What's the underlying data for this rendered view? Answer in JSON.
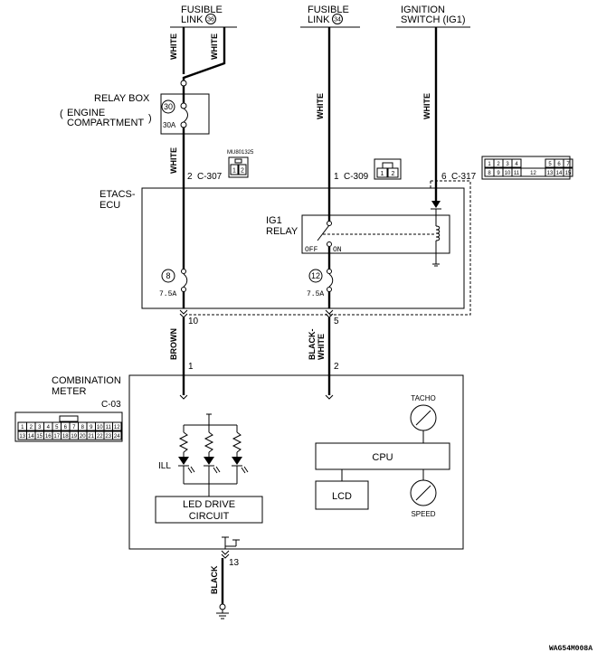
{
  "sources": {
    "fusible_36": {
      "line1": "FUSIBLE",
      "line2": "LINK",
      "num": "36"
    },
    "fusible_34": {
      "line1": "FUSIBLE",
      "line2": "LINK",
      "num": "34"
    },
    "ignition": {
      "line1": "IGNITION",
      "line2": "SWITCH (IG1)"
    }
  },
  "wire_colors": {
    "white": "WHITE",
    "brown": "BROWN",
    "black_white_1": "BLACK-",
    "black_white_2": "WHITE",
    "black": "BLACK"
  },
  "relay_box": {
    "label": "RELAY BOX",
    "sub1": "ENGINE",
    "sub2": "COMPARTMENT",
    "fuse_num": "30",
    "fuse_rating": "30A"
  },
  "connectors": {
    "c307": {
      "pin": "2",
      "id": "C-307",
      "part_no": "MU801325",
      "cells": [
        "1",
        "2"
      ]
    },
    "c309": {
      "pin": "1",
      "id": "C-309",
      "cells": [
        "1",
        "2"
      ]
    },
    "c317": {
      "pin": "6",
      "id": "C-317",
      "top_cells": [
        "1",
        "2",
        "3",
        "4",
        "5",
        "6",
        "7"
      ],
      "bottom_cells": [
        "8",
        "9",
        "10",
        "11",
        "12",
        "13",
        "14",
        "15"
      ]
    },
    "c03": {
      "id": "C-03",
      "top_cells": [
        "1",
        "2",
        "3",
        "4",
        "5",
        "6",
        "7",
        "8",
        "9",
        "10",
        "11",
        "12"
      ],
      "bottom_cells": [
        "13",
        "14",
        "15",
        "16",
        "17",
        "18",
        "19",
        "20",
        "21",
        "22",
        "23",
        "24"
      ]
    }
  },
  "etacs": {
    "label1": "ETACS-",
    "label2": "ECU",
    "relay1": "IG1",
    "relay2": "RELAY",
    "off": "OFF",
    "on": "ON",
    "fuse_left_num": "8",
    "fuse_left_rating": "7.5A",
    "fuse_right_num": "12",
    "fuse_right_rating": "7.5A",
    "pin_left": "10",
    "pin_right": "5"
  },
  "meter": {
    "label1": "COMBINATION",
    "label2": "METER",
    "pin_left": "1",
    "pin_right": "2",
    "ill": "ILL",
    "led_drive1": "LED DRIVE",
    "led_drive2": "CIRCUIT",
    "cpu": "CPU",
    "lcd": "LCD",
    "tacho": "TACHO",
    "speed": "SPEED",
    "ground_pin": "13"
  },
  "figure_code": "WAG54M008A"
}
